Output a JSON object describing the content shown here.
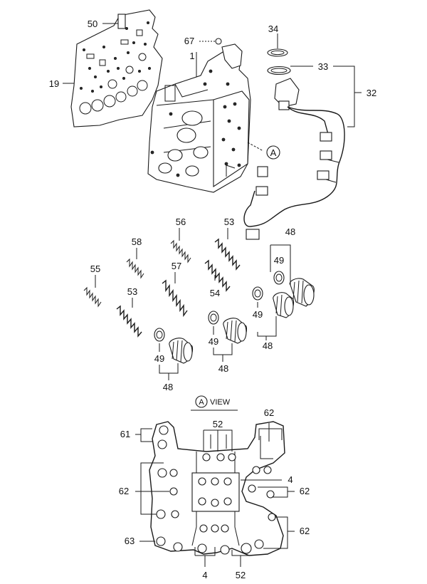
{
  "callouts": {
    "c50": "50",
    "c19": "19",
    "c67": "67",
    "c1": "1",
    "c34": "34",
    "c33": "33",
    "c32": "32",
    "cA_top": "A",
    "c56": "56",
    "c53a": "53",
    "c48a": "48",
    "c58": "58",
    "c49a": "49",
    "c55": "55",
    "c57": "57",
    "c54": "54",
    "c53b": "53",
    "c49b": "49",
    "c48b": "48",
    "c49c": "49",
    "c49d": "49",
    "c48c": "48",
    "c48d": "48"
  },
  "view_section": {
    "circle_letter": "A",
    "view_word": "VIEW",
    "labels": {
      "l62_top": "62",
      "l61": "61",
      "l52_top": "52",
      "l4_right": "4",
      "l62_left": "62",
      "l62_right1": "62",
      "l62_right2": "62",
      "l63": "63",
      "l4_bottom": "4",
      "l52_bottom": "52"
    }
  }
}
